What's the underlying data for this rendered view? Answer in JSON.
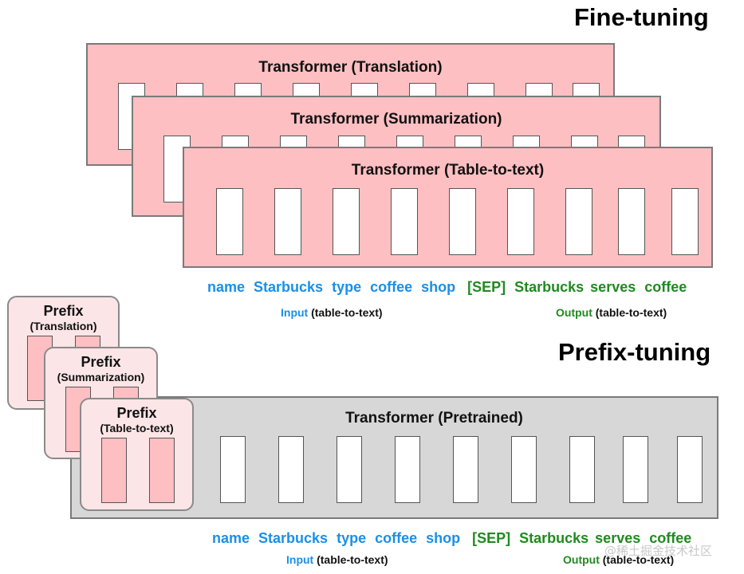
{
  "fine_tuning": {
    "title": "Fine-tuning",
    "transformers": [
      {
        "title": "Transformer (Translation)"
      },
      {
        "title": "Transformer (Summarization)"
      },
      {
        "title": "Transformer (Table-to-text)"
      }
    ],
    "input_tokens": [
      "name",
      "Starbucks",
      "type",
      "coffee",
      "shop"
    ],
    "output_tokens": [
      "[SEP]",
      "Starbucks",
      "serves",
      "coffee"
    ],
    "input_caption": {
      "label": "Input",
      "detail": "(table-to-text)"
    },
    "output_caption": {
      "label": "Output",
      "detail": "(table-to-text)"
    }
  },
  "prefix_tuning": {
    "title": "Prefix-tuning",
    "prefixes": [
      {
        "title": "Prefix",
        "subtitle": "(Translation)"
      },
      {
        "title": "Prefix",
        "subtitle": "(Summarization)"
      },
      {
        "title": "Prefix",
        "subtitle": "(Table-to-text)"
      }
    ],
    "transformer": {
      "title": "Transformer  (Pretrained)"
    },
    "input_tokens": [
      "name",
      "Starbucks",
      "type",
      "coffee",
      "shop"
    ],
    "output_tokens": [
      "[SEP]",
      "Starbucks",
      "serves",
      "coffee"
    ],
    "input_caption": {
      "label": "Input",
      "detail": "(table-to-text)"
    },
    "output_caption": {
      "label": "Output",
      "detail": "(table-to-text)"
    }
  },
  "watermark": "@稀土掘金技术社区",
  "colors": {
    "finetune_fill": "#fdbfc2",
    "pretrained_fill": "#d7d7d7",
    "prefix_card_fill": "#fbe5e6",
    "input_token": "#1a8fe8",
    "output_token": "#1f8a1f"
  }
}
